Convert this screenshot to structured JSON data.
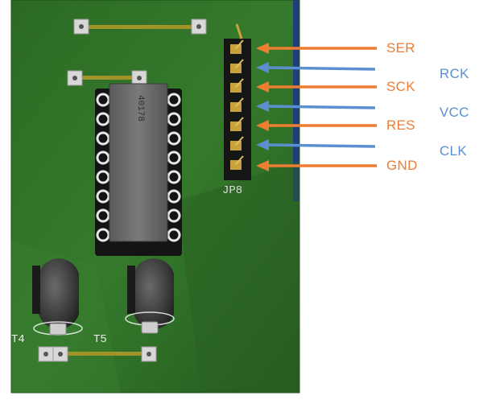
{
  "colors": {
    "orange": "#ED7D31",
    "blue": "#5B8FD0",
    "board": "#2f6f2a",
    "chip": "#6e6e6e"
  },
  "board": {
    "chip_marking": "40178",
    "header_label": "JP8",
    "transistor_labels": [
      "T4",
      "T5"
    ]
  },
  "signals": [
    {
      "name": "SER",
      "direction": "in",
      "color": "orange"
    },
    {
      "name": "RCK",
      "direction": "out",
      "color": "blue"
    },
    {
      "name": "SCK",
      "direction": "in",
      "color": "orange"
    },
    {
      "name": "VCC",
      "direction": "out",
      "color": "blue"
    },
    {
      "name": "RES",
      "direction": "in",
      "color": "orange"
    },
    {
      "name": "CLK",
      "direction": "out",
      "color": "blue"
    },
    {
      "name": "GND",
      "direction": "in",
      "color": "orange"
    }
  ]
}
